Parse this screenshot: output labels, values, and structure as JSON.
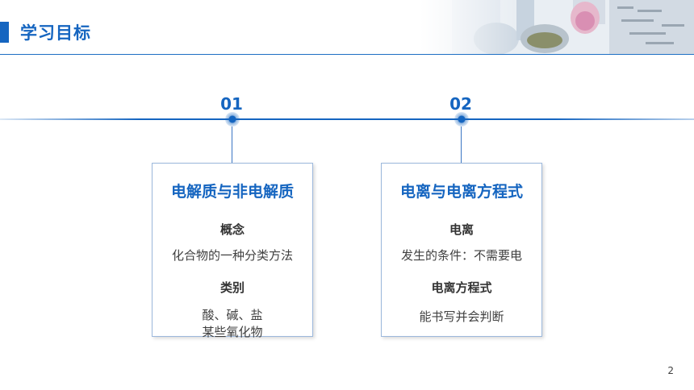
{
  "header": {
    "title": "学习目标"
  },
  "timeline": {
    "nodes": [
      {
        "number": "01",
        "card": {
          "title": "电解质与非电解质",
          "items": [
            {
              "label": "概念",
              "text": "化合物的一种分类方法"
            },
            {
              "label": "类别",
              "lines": [
                "酸、碱、盐",
                "某些氧化物"
              ]
            }
          ]
        }
      },
      {
        "number": "02",
        "card": {
          "title": "电离与电离方程式",
          "items": [
            {
              "label": "电离",
              "text": "发生的条件：不需要电"
            },
            {
              "label": "电离方程式",
              "text": "能书写并会判断"
            }
          ]
        }
      }
    ]
  },
  "footer": {
    "page_number": "2"
  },
  "colors": {
    "accent": "#1565c0",
    "card_border": "#9cb8dc",
    "text": "#404040"
  }
}
